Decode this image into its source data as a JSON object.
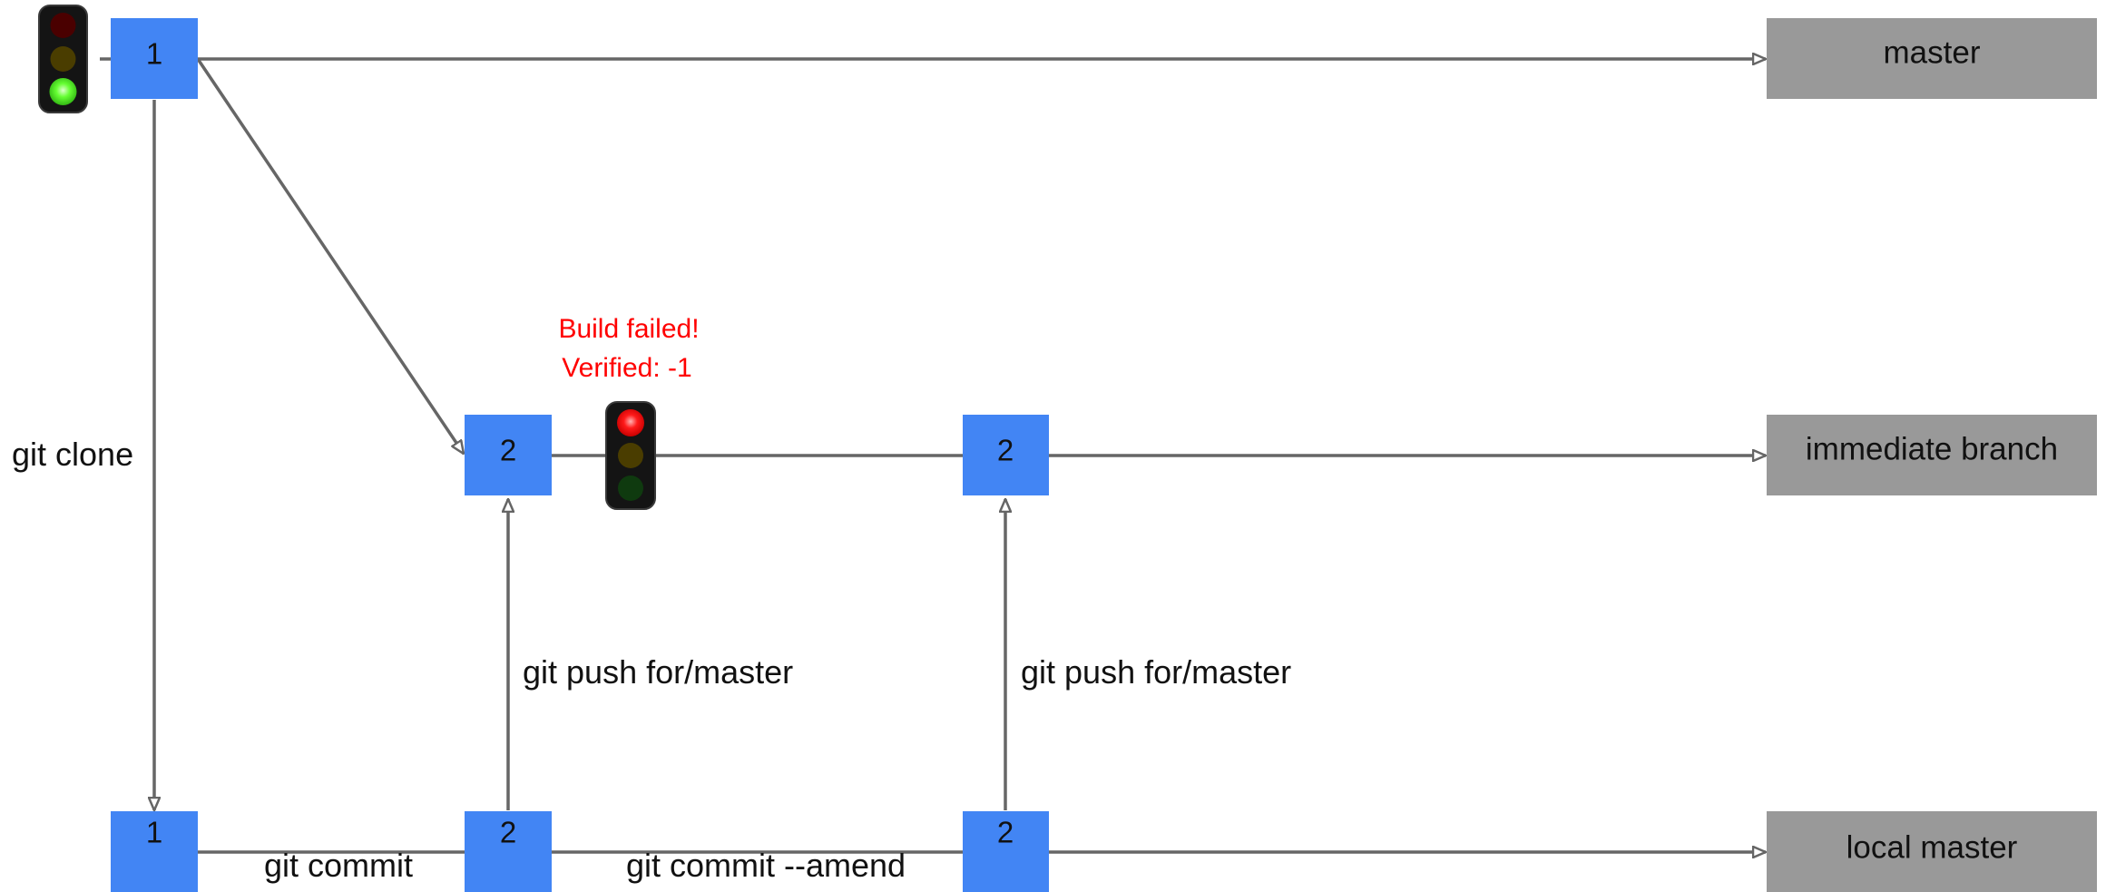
{
  "nodes": {
    "master_commit_1": "1",
    "branch_commit_2a": "2",
    "branch_commit_2b": "2",
    "local_commit_1": "1",
    "local_commit_2a": "2",
    "local_commit_2b": "2"
  },
  "branches": {
    "master": "master",
    "immediate": "immediate branch",
    "local": "local master"
  },
  "commands": {
    "clone": "git clone",
    "commit": "git commit",
    "amend": "git commit --amend",
    "push_1": "git push for/master",
    "push_2": "git push for/master"
  },
  "status": {
    "line1": "Build failed!",
    "line2": "Verified: -1"
  },
  "traffic_lights": {
    "master": "green",
    "immediate": "red"
  },
  "colors": {
    "commit_node": "#4285f4",
    "branch_label_bg": "#999999",
    "edge": "#666666",
    "error_text": "#ff0000",
    "light_red_on": "#ff1a1a",
    "light_green_on": "#66ff33"
  },
  "icons": {
    "status_indicator": "traffic-light-icon"
  }
}
